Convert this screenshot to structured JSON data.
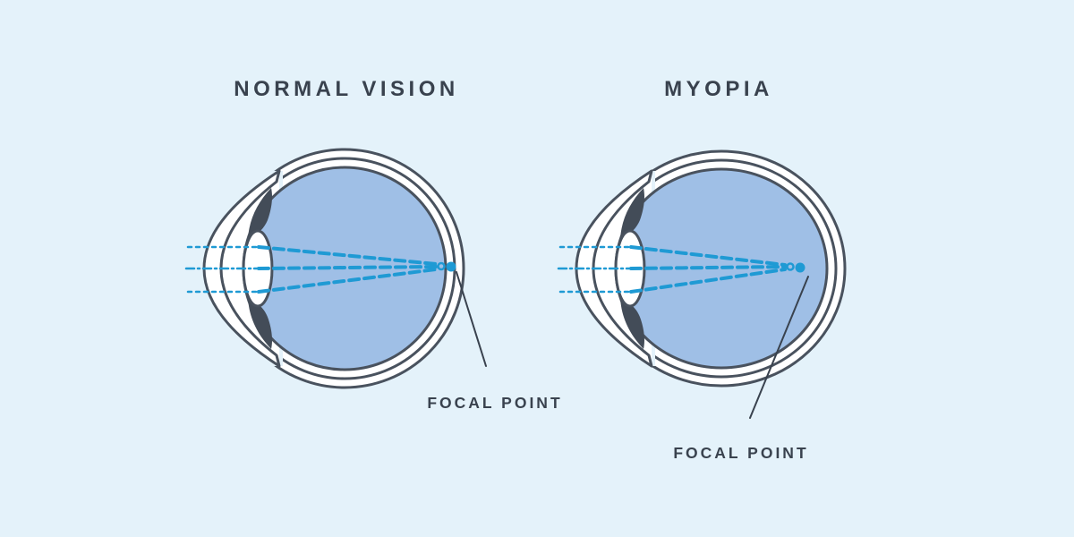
{
  "image": {
    "alt": "Eye anatomy diagram comparing where light rays focus in a normal eye and a myopic eye"
  },
  "colors": {
    "background": "#e4f2fa",
    "sclera": "#ffffff",
    "eye-interior": "#9fbfe6",
    "outline": "#49525e",
    "iris": "#434c58",
    "ray": "#1f9ad4",
    "text": "#39424e"
  },
  "panels": [
    {
      "id": "normal-vision",
      "title": "NORMAL VISION",
      "focal_point_label": "FOCAL POINT",
      "focal_point_location": "on the retina"
    },
    {
      "id": "myopia",
      "title": "MYOPIA",
      "focal_point_label": "FOCAL POINT",
      "focal_point_location": "in front of the retina"
    }
  ]
}
